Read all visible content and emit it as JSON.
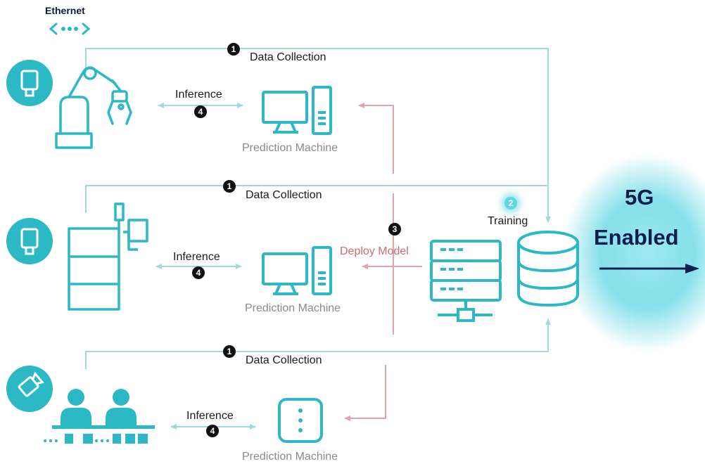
{
  "ethernet": {
    "label": "Ethernet"
  },
  "steps": {
    "data_collection": {
      "number": "1",
      "label": "Data Collection"
    },
    "training": {
      "number": "2",
      "label": "Training"
    },
    "deploy": {
      "number": "3",
      "label": "Deploy Model"
    },
    "inference": {
      "number": "4",
      "label": "Inference"
    }
  },
  "machines": {
    "label": "Prediction Machine"
  },
  "banner": {
    "line1": "5G",
    "line2": "Enabled"
  },
  "colors": {
    "teal": "#2cb8c4",
    "line_teal": "#9fd8de",
    "line_red": "#e3a4a9",
    "navy": "#0e1e4e",
    "glow": "#4fd2e0"
  },
  "icons": [
    "ethernet-icon",
    "tablet-icon",
    "robot-arm-icon",
    "desktop-computer-icon",
    "machine-tool-icon",
    "worker-station-icon",
    "edge-device-icon",
    "server-rack-icon",
    "database-icon",
    "arrow-right-icon"
  ]
}
